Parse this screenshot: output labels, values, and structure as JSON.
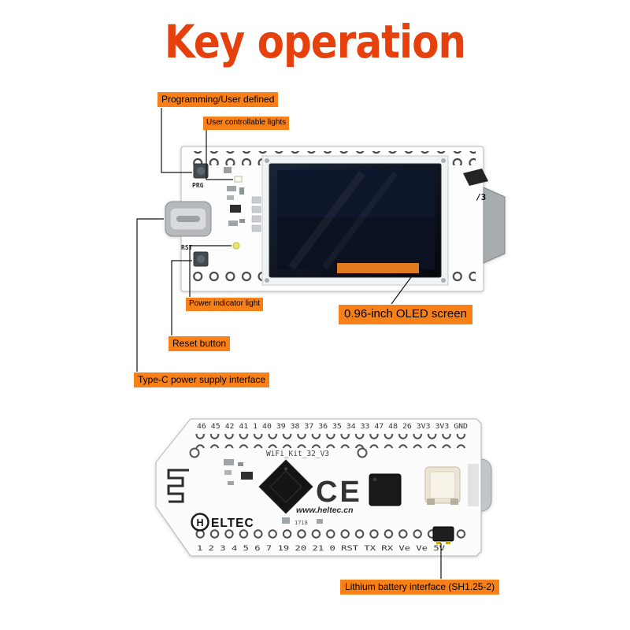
{
  "title": "Key operation",
  "colors": {
    "label_orange": "#f88019",
    "title_red": "#e6400d"
  },
  "callouts": {
    "programming": "Programming/User defined",
    "user_lights": "User controllable lights",
    "power_light": "Power indicator light",
    "reset": "Reset button",
    "type_c": "Type-C power supply interface",
    "oled": "0.96-inch OLED screen",
    "battery": "Lithium battery interface (SH1.25-2)"
  },
  "board_front": {
    "prg_silk": "PRG",
    "rst_silk": "RST",
    "edge_silk": "/3"
  },
  "board_back": {
    "pins_top": "46 45 42 41 1 40 39 38 37 36 35 34 33 47 48 26 3V3 3V3 GND",
    "model_silk": "WiFi_Kit_32_V3",
    "ce_mark": "CE",
    "logo_h": "H",
    "logo_rest": "ELTEC",
    "url_silk": "www.heltec.cn",
    "code_silk": "1718",
    "pins_bottom": "1 2 3 4 5 6 7 19 20 21 0 RST TX RX Ve Ve 5V"
  }
}
